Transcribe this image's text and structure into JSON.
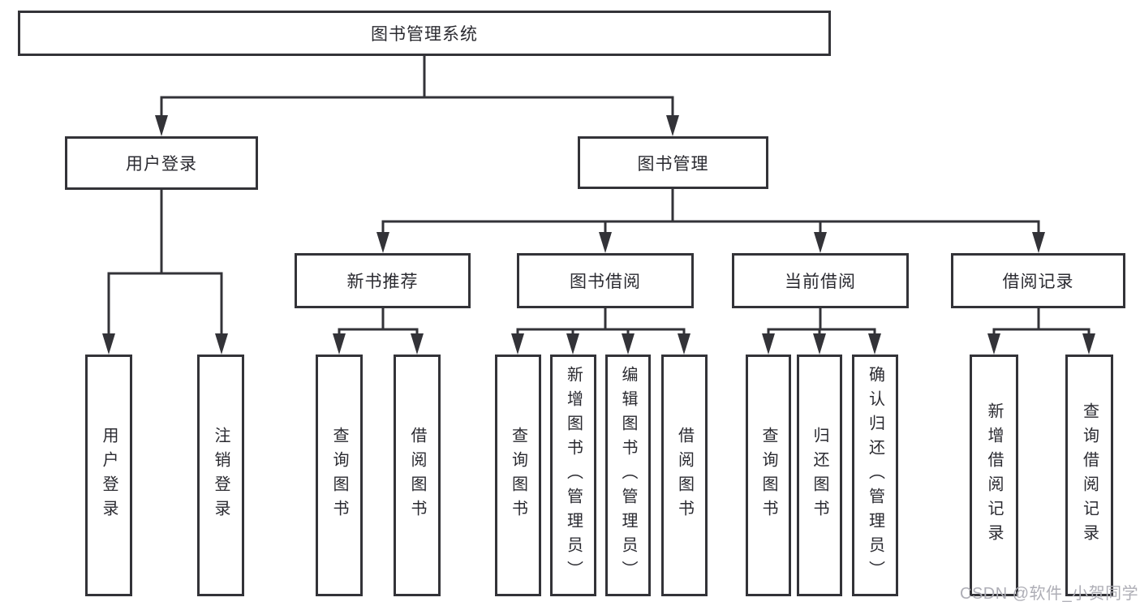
{
  "tree": {
    "root": {
      "label": "图书管理系统",
      "children": [
        {
          "label": "用户登录",
          "children": [
            {
              "label": "用户登录"
            },
            {
              "label": "注销登录"
            }
          ]
        },
        {
          "label": "图书管理",
          "children": [
            {
              "label": "新书推荐",
              "children": [
                {
                  "label": "查询图书"
                },
                {
                  "label": "借阅图书"
                }
              ]
            },
            {
              "label": "图书借阅",
              "children": [
                {
                  "label": "查询图书"
                },
                {
                  "label": "新增图书（管理员）"
                },
                {
                  "label": "编辑图书（管理员）"
                },
                {
                  "label": "借阅图书"
                }
              ]
            },
            {
              "label": "当前借阅",
              "children": [
                {
                  "label": "查询图书"
                },
                {
                  "label": "归还图书"
                },
                {
                  "label": "确认归还（管理员）"
                }
              ]
            },
            {
              "label": "借阅记录",
              "children": [
                {
                  "label": "新增借阅记录"
                },
                {
                  "label": "查询借阅记录"
                }
              ]
            }
          ]
        }
      ]
    }
  },
  "colors": {
    "line": "#333338",
    "box_fill": "#ffffff",
    "text": "#2a2a30",
    "watermark": "#aeaeb6"
  },
  "watermark": {
    "text": "CSDN @软件_小贺同学"
  }
}
